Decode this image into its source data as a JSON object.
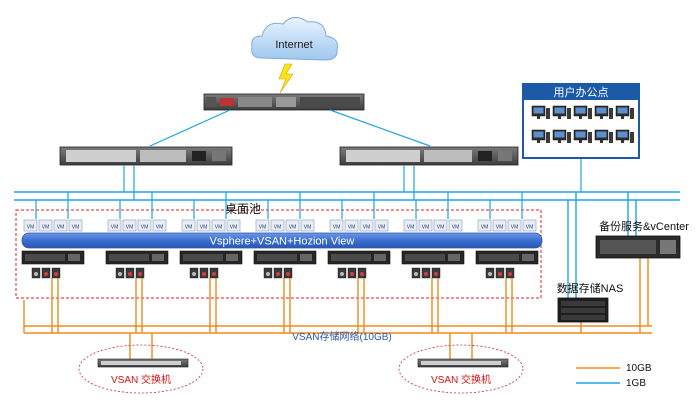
{
  "internet_label": "Internet",
  "office_label": "用户办公点",
  "desktop_pool_label": "桌面池",
  "vsphere_label": "Vsphere+VSAN+Hozion View",
  "vm_label": "VM",
  "backup_label": "备份服务&vCenter",
  "nas_label": "数据存储NAS",
  "vsan_network_label": "VSAN存储网络(10GB)",
  "vsan_switch_left_label": "VSAN 交换机",
  "vsan_switch_right_label": "VSAN 交换机",
  "legend": {
    "ten_gb": "10GB",
    "one_gb": "1GB"
  },
  "colors": {
    "one_gb_link": "#1fa6e0",
    "ten_gb_link": "#f08a1c",
    "office_box": "#1c5aa8",
    "vsphere_bar": "#3a6fd0",
    "pool_border": "#d9252b",
    "switch_label": "#e01010"
  }
}
